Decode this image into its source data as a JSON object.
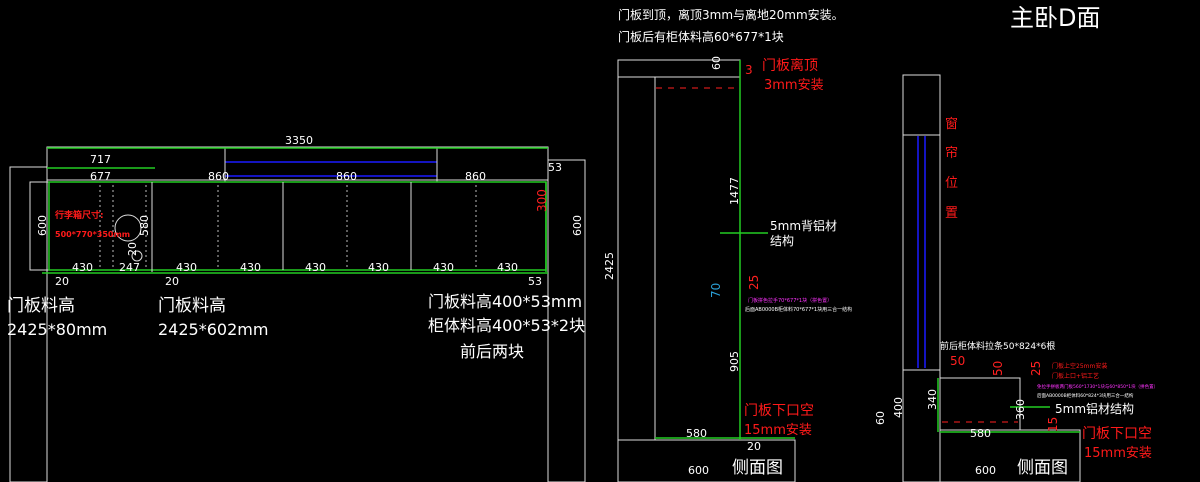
{
  "title": "主卧D面",
  "colors": {
    "dimension_line": "#22cc22",
    "annotation": "#ff1a1a",
    "note": "#ff33ff",
    "curtain_line": "#1a1aff"
  },
  "front_view": {
    "dims": {
      "total_width": "3350",
      "left_top": "717",
      "left_inner": "677",
      "door1": "860",
      "door2": "860",
      "door3": "860",
      "height_left": "600",
      "height_right": "600",
      "inner_height": "580",
      "gap_left": "20",
      "gap_mid": "20",
      "small20": "20",
      "right_top": "53",
      "right_bottom": "53",
      "red_300": "300",
      "w247": "247",
      "bottom": [
        "430",
        "430",
        "430",
        "430",
        "430",
        "430",
        "430"
      ]
    },
    "suitcase_label": "行李箱尺寸:",
    "suitcase_size": "500*770*350mm",
    "note_left_1": "门板料高",
    "note_left_2": "2425*80mm",
    "note_mid_1": "门板料高",
    "note_mid_2": "2425*602mm",
    "note_right_1": "门板料高400*53mm",
    "note_right_2": "柜体料高400*53*2块",
    "note_right_3": "前后两块"
  },
  "side_view_1": {
    "header_1": "门板到顶，离顶3mm与离地20mm安装。",
    "header_2": "门板后有柜体料高60*677*1块",
    "dims": {
      "top60": "60",
      "top3": "3",
      "h1477": "1477",
      "h2425": "2425",
      "h905": "905",
      "d580": "580",
      "d600": "600",
      "g20": "20",
      "v70": "70",
      "v25": "25"
    },
    "top_gap_1": "门板离顶",
    "top_gap_2": "3mm安装",
    "back_1": "5mm背铝材",
    "back_2": "结构",
    "small_note_1": "门板拼色拉手70*677*1块（拼色置）",
    "small_note_2": "后面AB0000B柜体料70*677*1块用三合一结构",
    "bottom_gap_1": "门板下口空",
    "bottom_gap_2": "15mm安装",
    "caption": "侧面图"
  },
  "side_view_2": {
    "curtain_chars": [
      "窗",
      "帘",
      "位",
      "置"
    ],
    "rail_note": "前后柜体料拉条50*824*6根",
    "dims": {
      "d50a": "50",
      "d50b": "50",
      "d25": "25",
      "d400": "400",
      "d60": "60",
      "d340": "340",
      "d360": "360",
      "d15": "15",
      "d580": "580",
      "d600": "600"
    },
    "red_note_1": "门板上空25mm安装",
    "red_note_2": "门板上口+铝工艺",
    "small_note_1": "免拉手拼板两门板560*1730*1块与60*850*1块（拼色置）",
    "small_note_2": "后面AB0000B柜体料60*824*3块用三合一结构",
    "alu_note": "5mm铝材结构",
    "bottom_gap_1": "门板下口空",
    "bottom_gap_2": "15mm安装",
    "caption": "侧面图"
  }
}
